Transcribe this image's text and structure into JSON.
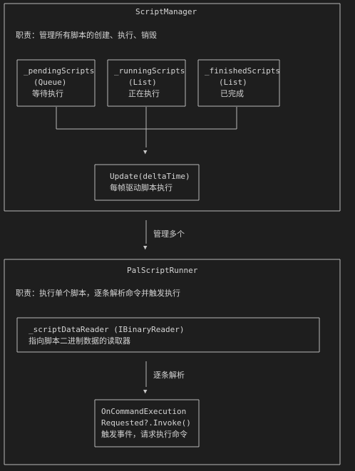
{
  "script_manager": {
    "title": "ScriptManager",
    "responsibility": "职责：管理所有脚本的创建、执行、销毁",
    "pending": {
      "name": "_pendingScripts",
      "type": "(Queue)",
      "desc": "等待执行"
    },
    "running": {
      "name": "_runningScripts",
      "type": "(List)",
      "desc": "正在执行"
    },
    "finished": {
      "name": "_finishedScripts",
      "type": "(List)",
      "desc": "已完成"
    },
    "update": {
      "name": "Update(deltaTime)",
      "desc": "每帧驱动脚本执行"
    }
  },
  "link_manages": "管理多个",
  "runner": {
    "title": "PalScriptRunner",
    "responsibility": "职责：执行单个脚本，逐条解析命令并触发执行",
    "reader": {
      "name": "_scriptDataReader (IBinaryReader)",
      "desc": "指向脚本二进制数据的读取器"
    },
    "link_parse": "逐条解析",
    "event": {
      "line1": "OnCommandExecution",
      "line2": "Requested?.Invoke()",
      "desc": "触发事件，请求执行命令"
    }
  }
}
